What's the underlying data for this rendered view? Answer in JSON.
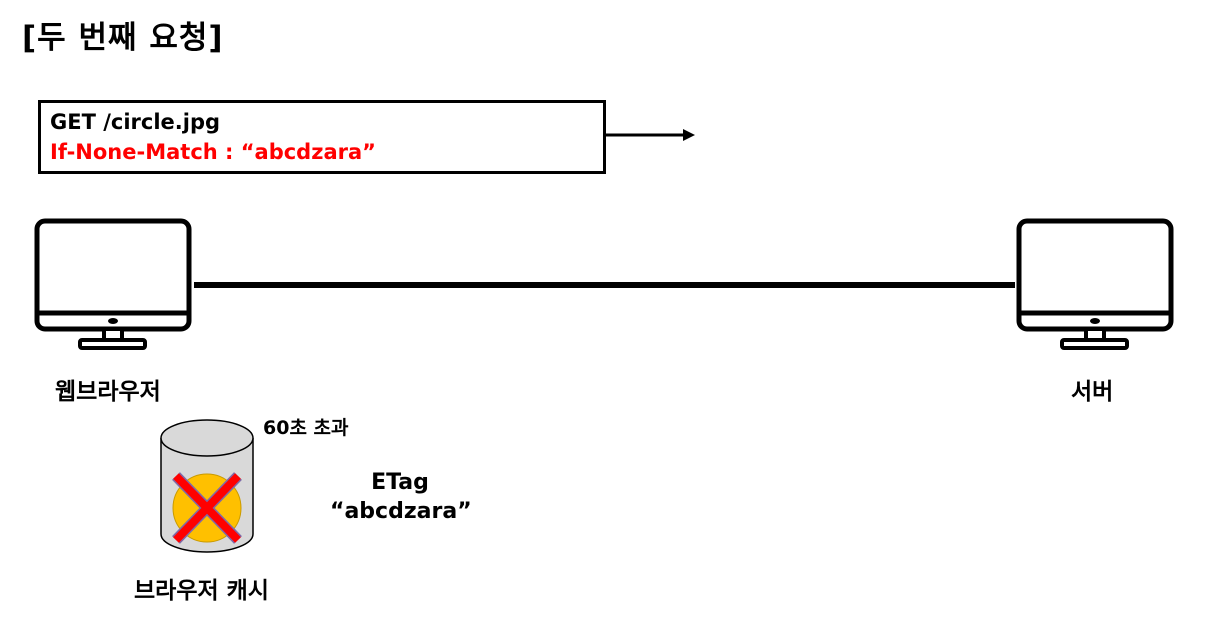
{
  "title": "[두 번째 요청]",
  "request": {
    "line1": "GET /circle.jpg",
    "line2": "If-None-Match : “abcdzara”",
    "line2_color": "#ff0000"
  },
  "client": {
    "label": "웹브라우저",
    "icon": "monitor-icon"
  },
  "server": {
    "label": "서버",
    "icon": "monitor-icon"
  },
  "cache": {
    "label": "브라우저 캐시",
    "expired_label": "60초 초과",
    "icon": "database-cylinder-icon",
    "item_icon": "circle-image-icon",
    "invalid_mark": "cross-icon",
    "circle_color": "#ffc000",
    "cross_color": "#ff0000"
  },
  "etag": {
    "name": "ETag",
    "value": "“abcdzara”"
  }
}
